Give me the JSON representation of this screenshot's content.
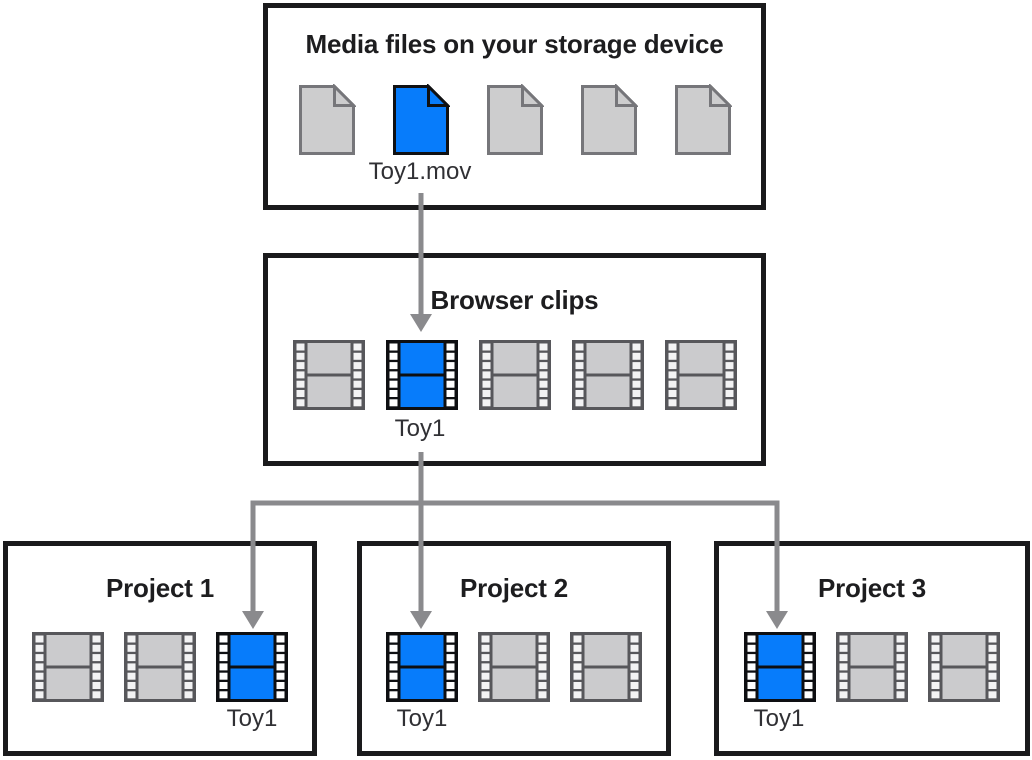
{
  "storage_box": {
    "title": "Media files on your storage device",
    "files": [
      "gray",
      "blue",
      "gray",
      "gray",
      "gray"
    ],
    "selected_file_label": "Toy1.mov"
  },
  "browser_box": {
    "title": "Browser clips",
    "clips": [
      "gray",
      "blue",
      "gray",
      "gray",
      "gray"
    ],
    "selected_clip_label": "Toy1"
  },
  "projects": [
    {
      "title": "Project 1",
      "clips": [
        "gray",
        "gray",
        "blue"
      ],
      "selected_clip_label": "Toy1"
    },
    {
      "title": "Project 2",
      "clips": [
        "blue",
        "gray",
        "gray"
      ],
      "selected_clip_label": "Toy1"
    },
    {
      "title": "Project 3",
      "clips": [
        "blue",
        "gray",
        "gray"
      ],
      "selected_clip_label": "Toy1"
    }
  ],
  "colors": {
    "highlight_blue": "#077cfb",
    "clip_gray": "#cbcbcd",
    "arrow_gray": "#8a8a8d",
    "box_border": "#1a1a1c"
  }
}
